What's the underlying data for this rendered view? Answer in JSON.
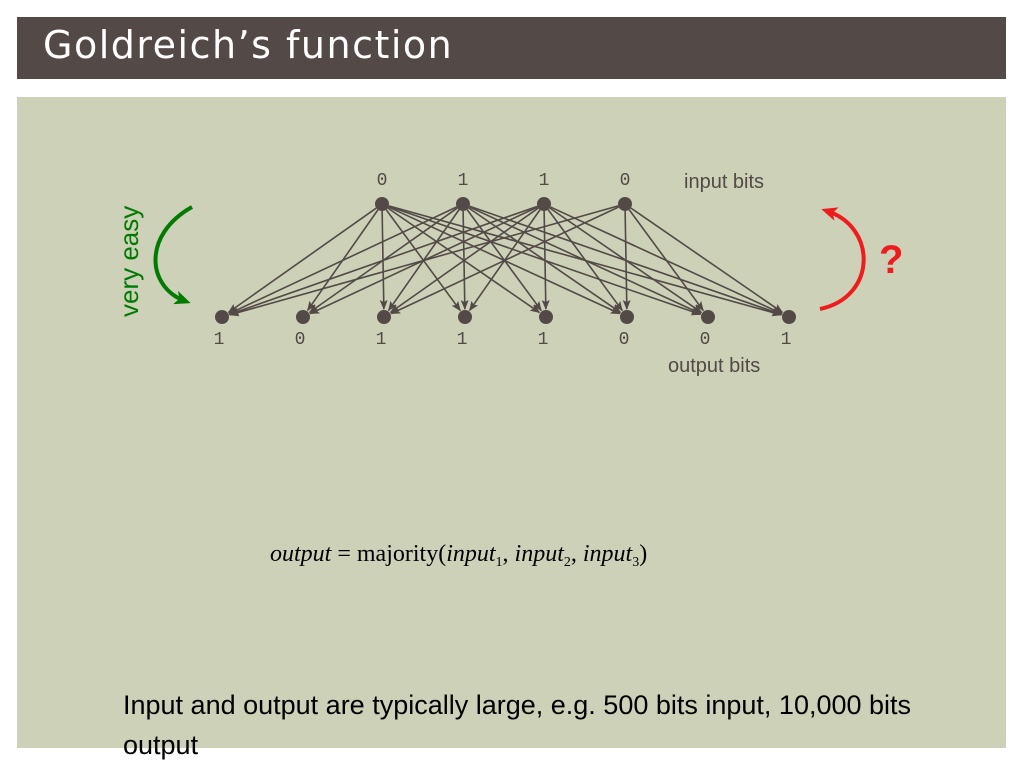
{
  "title": "Goldreich’s function",
  "diagram": {
    "input_bits": [
      "0",
      "1",
      "1",
      "0"
    ],
    "output_bits": [
      "1",
      "0",
      "1",
      "1",
      "1",
      "0",
      "0",
      "1"
    ],
    "input_label": "input bits",
    "output_label": "output bits",
    "forward_label": "very easy",
    "inverse_label": "?",
    "colors": {
      "node": "#534a47",
      "edge": "#534a47",
      "forward": "#007a00",
      "inverse": "#ee1c1c"
    },
    "edges": [
      [
        0,
        0
      ],
      [
        0,
        1
      ],
      [
        0,
        2
      ],
      [
        0,
        3
      ],
      [
        0,
        4
      ],
      [
        0,
        5
      ],
      [
        0,
        6
      ],
      [
        0,
        7
      ],
      [
        1,
        0
      ],
      [
        1,
        1
      ],
      [
        1,
        2
      ],
      [
        1,
        3
      ],
      [
        1,
        4
      ],
      [
        1,
        5
      ],
      [
        1,
        6
      ],
      [
        1,
        7
      ],
      [
        2,
        0
      ],
      [
        2,
        1
      ],
      [
        2,
        2
      ],
      [
        2,
        3
      ],
      [
        2,
        4
      ],
      [
        2,
        5
      ],
      [
        2,
        6
      ],
      [
        2,
        7
      ],
      [
        3,
        0
      ],
      [
        3,
        2
      ],
      [
        3,
        5
      ],
      [
        3,
        6
      ],
      [
        3,
        7
      ]
    ]
  },
  "formula": {
    "lhs": "output",
    "eq": " = ",
    "fn": "majority(",
    "arg": "input",
    "sub1": "1",
    "sub2": "2",
    "sub3": "3",
    "sep": ", ",
    "close": ")"
  },
  "body_text": "Input and output are typically large, e.g. 500 bits input, 10,000 bits output"
}
